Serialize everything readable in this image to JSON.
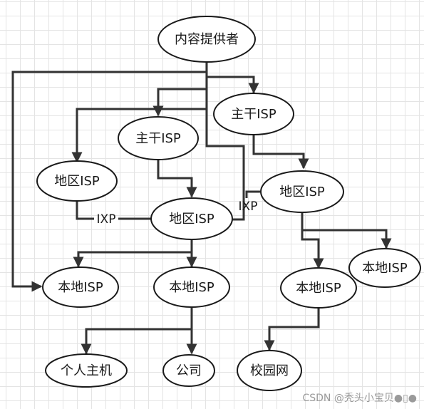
{
  "diagram": {
    "nodes": {
      "content_provider": "内容提供者",
      "backbone_isp_right": "主干ISP",
      "backbone_isp_left": "主干ISP",
      "regional_isp_left": "地区ISP",
      "regional_isp_center": "地区ISP",
      "regional_isp_right": "地区ISP",
      "local_isp_left": "本地ISP",
      "local_isp_center": "本地ISP",
      "local_isp_right_low": "本地ISP",
      "local_isp_right_high": "本地ISP",
      "personal_host": "个人主机",
      "company": "公司",
      "campus_network": "校园网"
    },
    "ixp_labels": {
      "left": "IXP",
      "right": "IXP"
    }
  },
  "watermark": "CSDN @秃头小宝贝●▯●",
  "colors": {
    "line": "#333333",
    "node_border": "#1a1a1a",
    "grid": "#e4e4e4"
  }
}
